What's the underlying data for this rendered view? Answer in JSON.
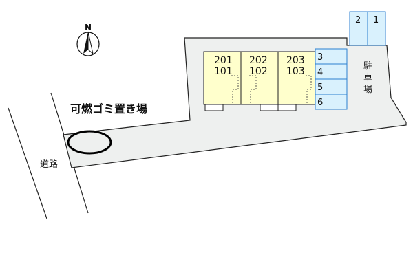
{
  "compass": {
    "label": "N",
    "icon": "north-arrow-icon"
  },
  "garbage": {
    "label": "可燃ゴミ置き場"
  },
  "road": {
    "label": "道路"
  },
  "parking": {
    "label": "駐車場",
    "label_chars": [
      "駐",
      "車",
      "場"
    ],
    "slots_top": [
      "2",
      "1"
    ],
    "slots_side": [
      "3",
      "4",
      "5",
      "6"
    ]
  },
  "building": {
    "units_upper": [
      "201",
      "202",
      "203"
    ],
    "units_lower": [
      "101",
      "102",
      "103"
    ]
  },
  "colors": {
    "lot_fill": "#eef0ef",
    "building_fill": "#ffffcc",
    "parking_fill": "#d9f1fd",
    "parking_stroke": "#2b7fd0",
    "line": "#222222",
    "garbage_marker": "#000000"
  }
}
